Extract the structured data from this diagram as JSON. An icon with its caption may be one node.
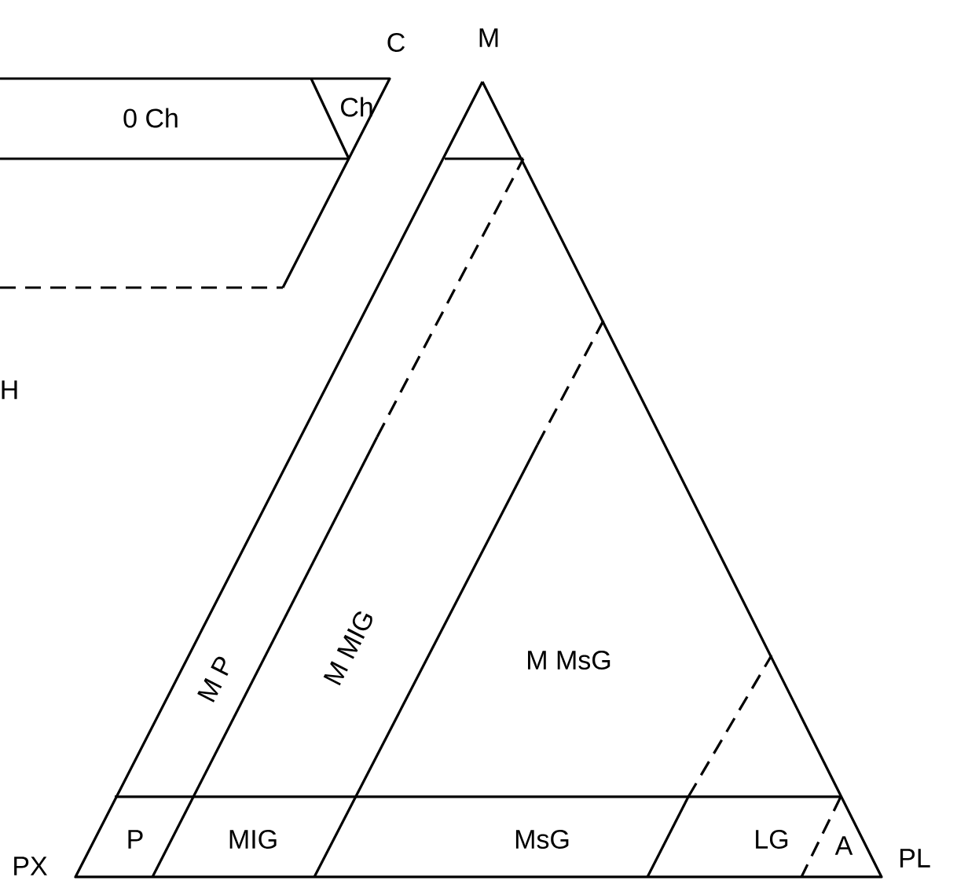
{
  "diagram": {
    "labels": [
      "C",
      "M",
      "0 Ch",
      "Ch",
      "H",
      "M P",
      "M MIG",
      "M MsG",
      "P",
      "MIG",
      "MsG",
      "LG",
      "A",
      "PX",
      "PL"
    ]
  }
}
